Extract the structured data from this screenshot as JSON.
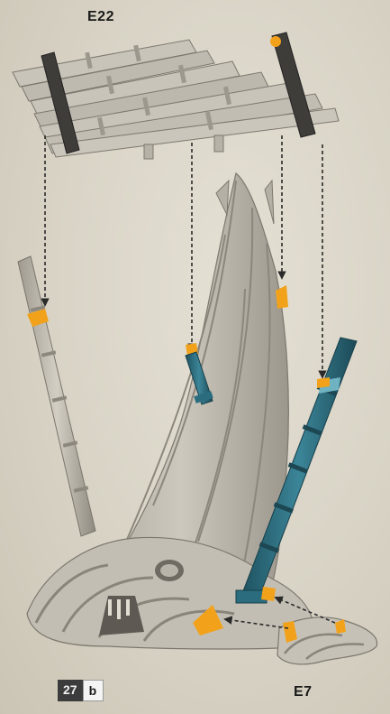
{
  "labels": {
    "top_part": "E22",
    "bottom_part": "E7"
  },
  "step": {
    "number": "27",
    "substep": "b"
  },
  "colors": {
    "background": "#d9d4c6",
    "part_gray": "#bdb8ad",
    "highlight_blue": "#2e6e80",
    "glue_orange": "#f2a21a",
    "arrow": "#2a2a2a"
  }
}
